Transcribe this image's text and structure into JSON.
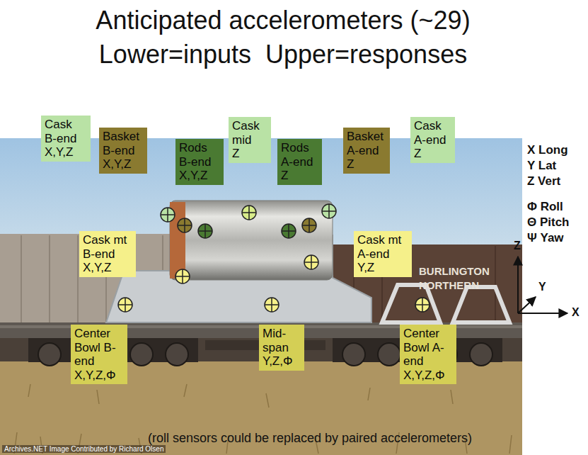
{
  "diagram": {
    "title": "Anticipated accelerometers (~29)",
    "nodes": [
      {
        "text": [
          "Cask B-end",
          "X,Y,Z"
        ]
      },
      {
        "text": [
          "Basket B-end",
          "X,Y,Z"
        ]
      },
      {
        "text": [
          "Rods B-end",
          "X,Y,Z"
        ]
      },
      {
        "text": [
          "Cask mid",
          "Z"
        ]
      },
      {
        "text": [
          "Rods A-end",
          "Z"
        ]
      },
      {
        "text": [
          "Basket A-end",
          "Z"
        ]
      },
      {
        "text": [
          "Cask A-end",
          "Z"
        ]
      },
      {
        "text": [
          "Cask mt B-end",
          "X,Y,Z"
        ]
      },
      {
        "text": [
          "Cask mt A-end",
          "Y,Z"
        ]
      },
      {
        "text": [
          "Center Bowl B-end",
          "X,Y,Z,Φ"
        ]
      },
      {
        "text": [
          "Mid-span",
          "Y,Z,Φ"
        ]
      },
      {
        "text": [
          "Center Bowl A-end",
          "X,Y,Z,Φ"
        ]
      }
    ],
    "labels": [
      "Lower=inputs  Upper=responses",
      "X Long",
      "Y Lat",
      "Z Vert",
      "Φ Roll",
      "Θ Pitch",
      "Ψ Yaw",
      "Z",
      "Y",
      "X",
      "BURLINGTON",
      "NORTHERN",
      "(roll sensors could be replaced by paired accelerometers)",
      "Archives.NET Image Contributed by Richard Olsen"
    ]
  }
}
